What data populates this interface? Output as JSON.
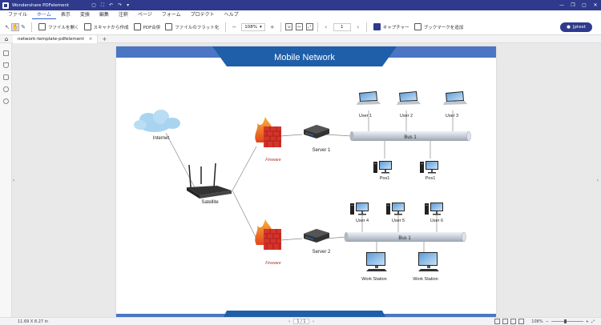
{
  "titlebar": {
    "app_name": "Wondershare PDFelement",
    "quick_actions": [
      "▢",
      "⛶",
      "↶",
      "↷",
      "▾"
    ],
    "window_controls": [
      "—",
      "❐",
      "▢",
      "✕"
    ]
  },
  "menu": {
    "items": [
      "ファイル",
      "ホーム",
      "表示",
      "変換",
      "編集",
      "注釈",
      "ページ",
      "フォーム",
      "プロテクト",
      "ヘルプ"
    ],
    "active_index": 1
  },
  "toolbar": {
    "open_file": "ファイルを開く",
    "scan_create": "スキャナから作成",
    "pdf_merge": "PDF合併",
    "flatten_file": "ファイルのフラット化",
    "zoom_out": "−",
    "zoom_value": "108%",
    "zoom_dropdown": "▾",
    "zoom_in": "+",
    "prev_page": "‹",
    "page_value": "1",
    "next_page": "›",
    "capture": "キャプチャー",
    "add_bookmark": "ブックマークを追加",
    "jptext_button": "Jptext"
  },
  "tabs": {
    "home_icon": "⌂",
    "doc_tab": "network-template-pdfelement",
    "close": "×",
    "add": "+"
  },
  "sidebar": {
    "collapse": "›"
  },
  "canvas": {
    "right_collapse": "‹"
  },
  "diagram": {
    "title": "Mobile Network",
    "labels": {
      "internet": "Internet",
      "satellite": "Satellite",
      "firewall_1": "Fireware",
      "firewall_2": "Fireware",
      "server_1": "Server 1",
      "server_2": "Server 2",
      "bus_1": "Bus 1",
      "bus_2": "Bus 1",
      "user_1": "User 1",
      "user_2": "User 2",
      "user_3": "User 3",
      "user_4": "User 4",
      "user_5": "User 5",
      "user_6": "User 6",
      "pos_1": "Pos1",
      "pos_2": "Pos1",
      "workstation_1": "Work Station",
      "workstation_2": "Work Station"
    },
    "colors": {
      "header_light": "#4a76c4",
      "header_dark": "#1f5ea8",
      "bus": "#d4dae2",
      "firewall_brick": "#d5342a",
      "flame": "#f28a1e"
    }
  },
  "status": {
    "dimensions": "11.69 X 8.27 in",
    "prev": "‹",
    "page": "1 / 1",
    "next": "›",
    "zoom": "108%"
  }
}
